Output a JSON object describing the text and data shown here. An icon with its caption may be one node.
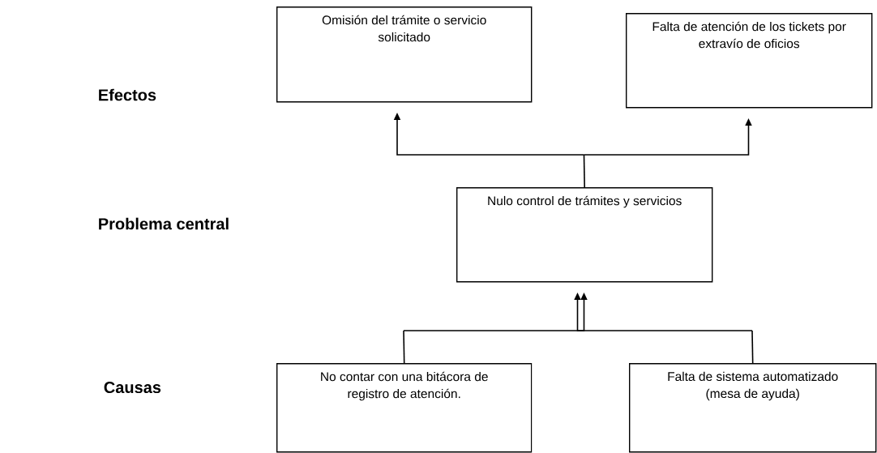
{
  "diagram": {
    "nodes": [
      {
        "text": [
          "Omisión del trámite o servicio solicitado"
        ]
      },
      {
        "text": [
          "Falta de atención de los tickets por extravío de oficios"
        ]
      },
      {
        "text": [
          "Nulo control de trámites y servicios"
        ]
      },
      {
        "text": [
          "No contar con una bitácora de registro de atención."
        ]
      },
      {
        "text": [
          "Falta de sistema automatizado (mesa de ayuda)"
        ]
      }
    ],
    "edges": [
      {
        "from": 2,
        "to": 0,
        "arrow": "to"
      },
      {
        "from": 2,
        "to": 1,
        "arrow": "to"
      },
      {
        "from": 3,
        "to": 2,
        "arrow": "to"
      },
      {
        "from": 4,
        "to": 2,
        "arrow": "to"
      }
    ],
    "labels": [
      "Efectos",
      "Problema central",
      "Causas"
    ]
  }
}
